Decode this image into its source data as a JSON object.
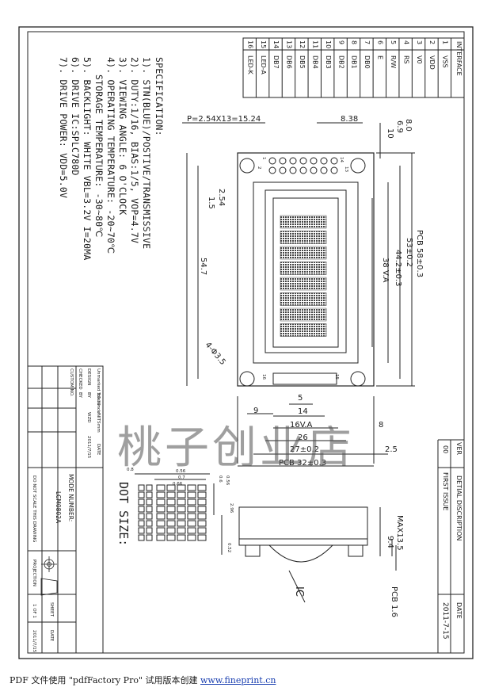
{
  "interface": {
    "header": "INTERFACE",
    "pins": [
      {
        "num": "1",
        "name": "VSS"
      },
      {
        "num": "2",
        "name": "VDD"
      },
      {
        "num": "3",
        "name": "V0"
      },
      {
        "num": "4",
        "name": "RS"
      },
      {
        "num": "5",
        "name": "R/W"
      },
      {
        "num": "6",
        "name": "E"
      },
      {
        "num": "7",
        "name": "DB0"
      },
      {
        "num": "8",
        "name": "DB1"
      },
      {
        "num": "9",
        "name": "DB2"
      },
      {
        "num": "10",
        "name": "DB3"
      },
      {
        "num": "11",
        "name": "DB4"
      },
      {
        "num": "12",
        "name": "DB5"
      },
      {
        "num": "13",
        "name": "DB6"
      },
      {
        "num": "14",
        "name": "DB7"
      },
      {
        "num": "15",
        "name": "LED-A"
      },
      {
        "num": "16",
        "name": "LED-K"
      }
    ]
  },
  "spec": {
    "title": "SPECIFICATION:",
    "lines": [
      "1). STN(BLUE)/POSTIVE/TRANSMISSIVE",
      "2). DUTY:1/16, BIAS:1/5, VOP=4.7V",
      "3). VIEWING ANGLE: 6 O'CLOCK",
      "4). OPERATING TEMPERATURE: -20~70℃",
      "STORAGE TEMPERATURE: -30~80℃",
      "5). BACKLIGHT: WHITE  VBL=3.2V I=20MA",
      "6). DRIVE IC:SPLC780D",
      "7). DRIVE POWER: VDD=5.0V"
    ]
  },
  "dims": {
    "pitch": "P=2.54X13=15.24",
    "d838": "8.38",
    "d80": "8.0",
    "d69": "6.9",
    "d10": "10",
    "pcb58": "PCB 58±0.3",
    "d53": "53±0.2",
    "d442": "44.2±0.3",
    "d38": "38 V.A",
    "d547": "54.7",
    "d254": "2.54",
    "d15": "1.5",
    "holes": "4-Φ3.5",
    "d5": "5",
    "d9": "9",
    "d14": "14",
    "d16va": "16V.A",
    "d8": "8",
    "d26": "26",
    "d27": "27±0.2",
    "d25": "2.5",
    "d32": "PCB 32±0.3",
    "max135": "MAX13.5",
    "d94": "9.4",
    "pcb16": "PCB 1.6",
    "ic": "IC",
    "pin1": "1",
    "pin2": "2",
    "pin14": "14",
    "pin13": "13",
    "pin16": "16",
    "pin15": "15"
  },
  "dot": {
    "label": "DOT SIZE:",
    "d056": "0.56",
    "d07": "0.7",
    "d066": "0.66",
    "d08": "0.8",
    "d056b": "0.56",
    "d06": "0.6",
    "d296": "2.96",
    "d052": "0.52"
  },
  "revision": {
    "col_ver": "VER",
    "col_desc": "DETIAL DISCRIPTION",
    "col_date": "DATE",
    "ver": "00",
    "desc": "FIRST ISSUE",
    "date": "2011-7-15"
  },
  "titleblock": {
    "tolerance_label": "Unmarked Tolerance",
    "tolerance": "±0.30",
    "units_label": "UNITS",
    "units": "mm",
    "date_label": "DATE",
    "design_label": "DESIGN",
    "by_label": "BY",
    "designer": "WZD",
    "design_date": "2011/7/15",
    "checked_label": "CHECKED",
    "checked_by": "BY",
    "custom_label": "CUSTOM NO.",
    "model_label": "MODE NUMBER:",
    "model": "LCM0802A",
    "note": "DO NOT SCALE THIS DRAWING",
    "projection": "PROJECTION",
    "sheet_label": "SHEET",
    "sheet": "1 OF 1",
    "date2_label": "DATE",
    "date2": "2011/7/15"
  },
  "watermark": "桃子创业店",
  "footer": {
    "text": "PDF 文件使用 \"pdfFactory Pro\" 试用版本创建",
    "link": "www.fineprint.cn"
  }
}
